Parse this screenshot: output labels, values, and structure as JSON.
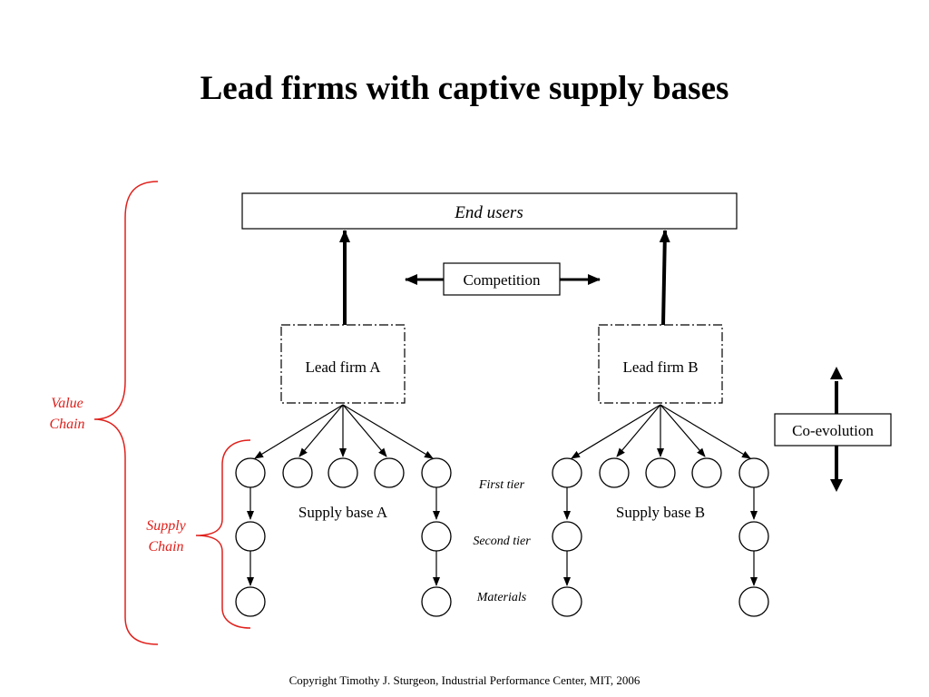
{
  "title": "Lead firms with captive supply bases",
  "end_users": "End users",
  "competition": "Competition",
  "lead_firm_a": "Lead firm A",
  "lead_firm_b": "Lead firm B",
  "co_evolution": "Co-evolution",
  "value_chain": [
    "Value",
    "Chain"
  ],
  "supply_chain": [
    "Supply",
    "Chain"
  ],
  "supply_base_a": "Supply base A",
  "supply_base_b": "Supply base B",
  "tiers": {
    "first": "First tier",
    "second": "Second tier",
    "materials": "Materials"
  },
  "footer": "Copyright Timothy J.  Sturgeon, Industrial Performance Center, MIT, 2006",
  "colors": {
    "brace": "#e0201b",
    "line": "#000000"
  }
}
